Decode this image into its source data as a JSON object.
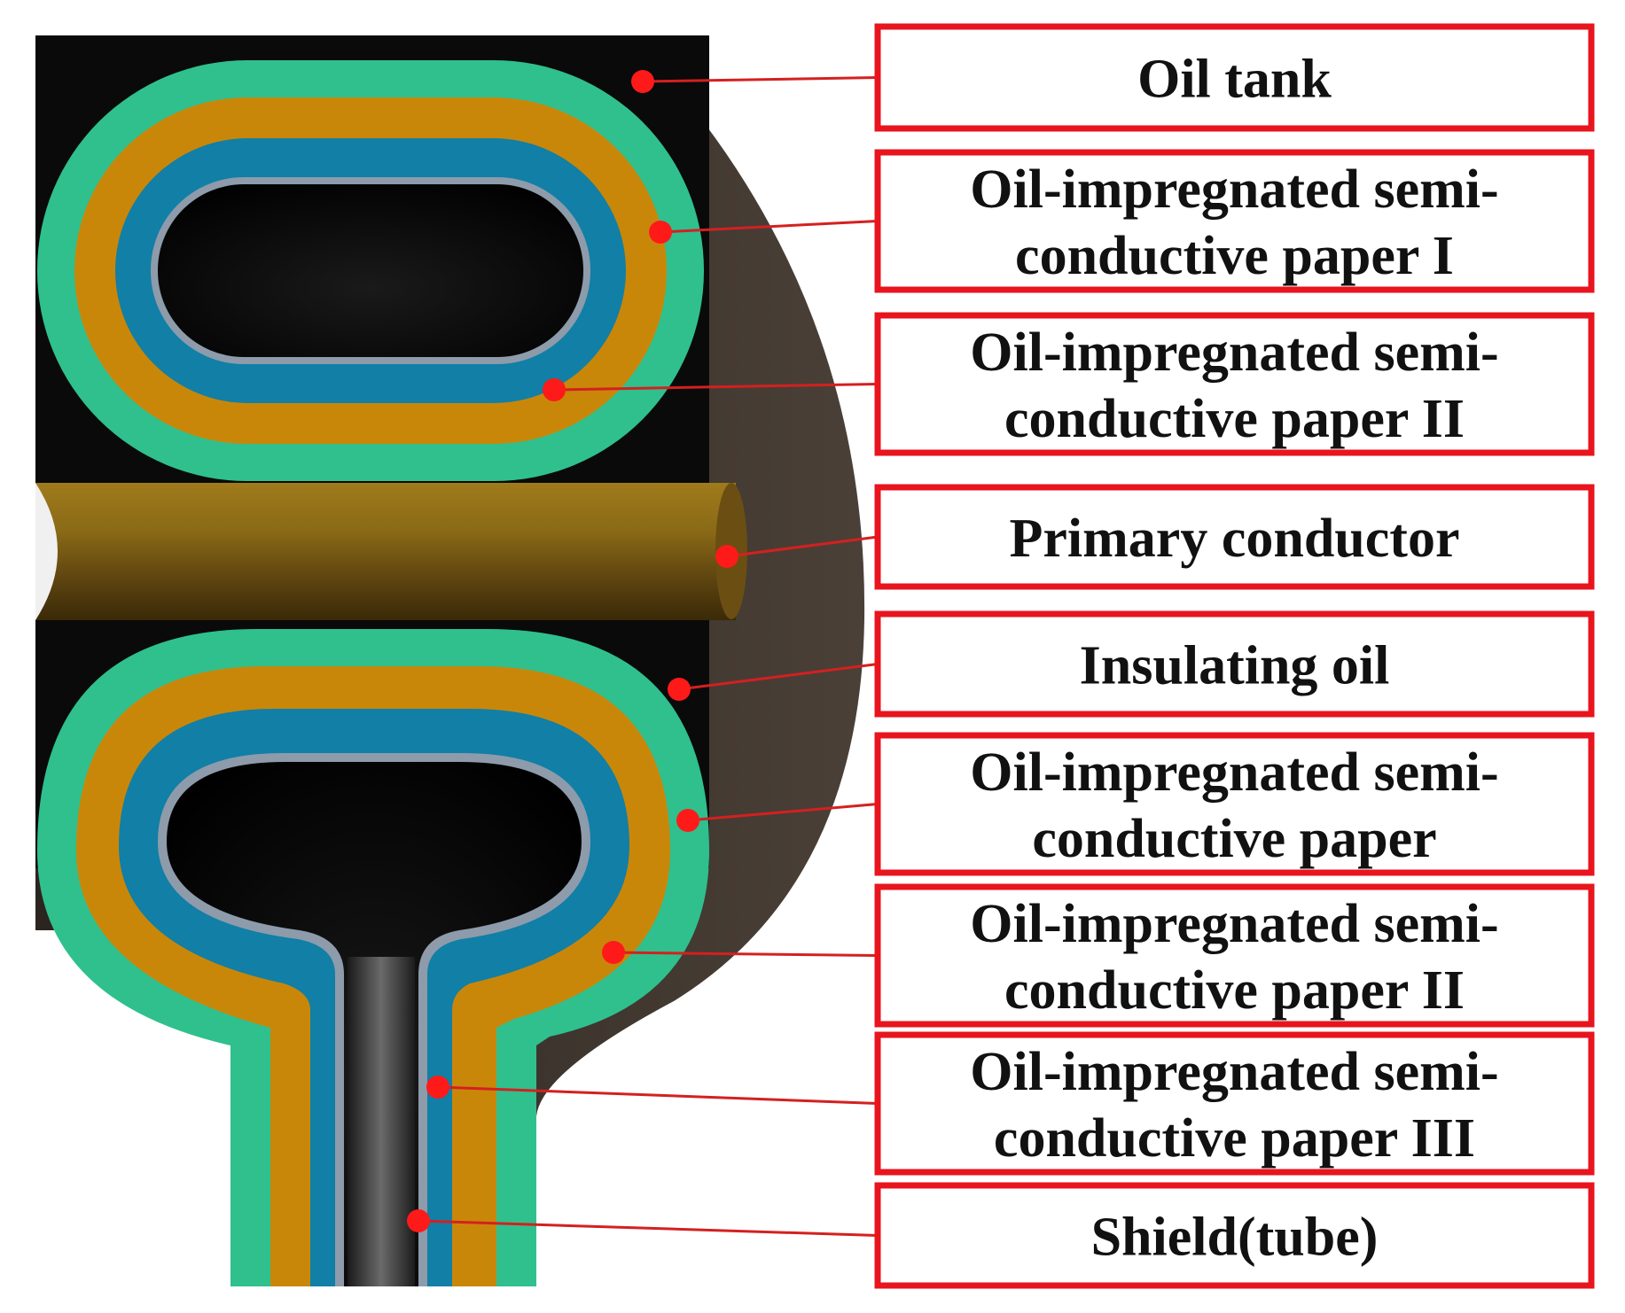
{
  "labels": [
    {
      "lines": [
        "Oil tank"
      ]
    },
    {
      "lines": [
        "Oil-impregnated semi-",
        "conductive paper I"
      ]
    },
    {
      "lines": [
        "Oil-impregnated semi-",
        "conductive paper II"
      ]
    },
    {
      "lines": [
        "Primary conductor"
      ]
    },
    {
      "lines": [
        "Insulating oil"
      ]
    },
    {
      "lines": [
        "Oil-impregnated semi-",
        "conductive paper"
      ]
    },
    {
      "lines": [
        "Oil-impregnated semi-",
        "conductive paper II"
      ]
    },
    {
      "lines": [
        "Oil-impregnated semi-",
        "conductive paper III"
      ]
    },
    {
      "lines": [
        "Shield(tube)"
      ]
    }
  ],
  "colors": {
    "label_border": "#e8141e",
    "leader_line": "#d42020",
    "marker_dot": "#ff1a1a",
    "oil_tank": "#3f362f",
    "insulating_oil": "#0b0b0b",
    "green_layer": "#2fc08e",
    "orange_layer": "#c9870a",
    "blue_layer": "#117fa6",
    "grey_edge": "#8d9bab",
    "primary_conductor": "#7a5a14",
    "shield_tube": "#4a4a4a"
  }
}
